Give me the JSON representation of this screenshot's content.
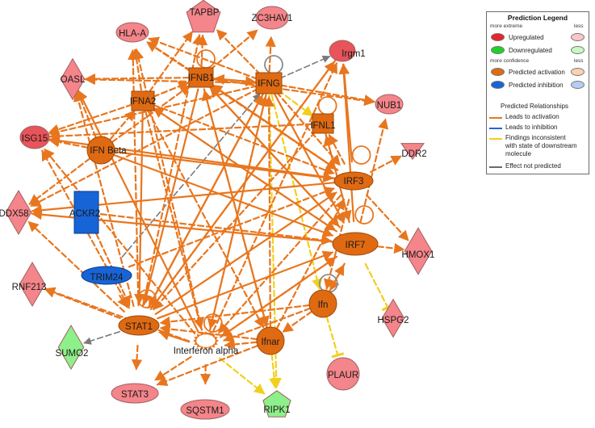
{
  "colors": {
    "activation_edge": "#E8761E",
    "inconsistent_edge": "#F2CF1C",
    "not_predicted_edge": "#7a7a7a",
    "inhibition_edge": "#1f66d8",
    "node_up": "#F4858A",
    "node_down": "#8EF08A",
    "node_pred_activation": "#E06A12",
    "node_pred_inhibition": "#1764D6",
    "node_stroke": "#8a5a3a"
  },
  "nodes": [
    {
      "id": "TAPBP",
      "label": "TAPBP",
      "shape": "pentagon",
      "state": "up"
    },
    {
      "id": "ZC3HAV1",
      "label": "ZC3HAV1",
      "shape": "ellipse",
      "state": "up"
    },
    {
      "id": "HLA-A",
      "label": "HLA-A",
      "shape": "ellipse",
      "state": "up"
    },
    {
      "id": "Irgm1",
      "label": "Irgm1",
      "shape": "ellipse",
      "state": "up_strong"
    },
    {
      "id": "OASL",
      "label": "OASL",
      "shape": "diamond",
      "state": "up"
    },
    {
      "id": "IFNB1",
      "label": "IFNB1",
      "shape": "square",
      "state": "pred_activation"
    },
    {
      "id": "IFNG",
      "label": "IFNG",
      "shape": "square",
      "state": "pred_activation"
    },
    {
      "id": "IFNA2",
      "label": "IFNA2",
      "shape": "square",
      "state": "pred_activation"
    },
    {
      "id": "NUB1",
      "label": "NUB1",
      "shape": "ellipse",
      "state": "up"
    },
    {
      "id": "ISG15",
      "label": "ISG15",
      "shape": "ellipse",
      "state": "up_strong"
    },
    {
      "id": "IFN Beta",
      "label": "IFN Beta",
      "shape": "circle",
      "state": "pred_activation"
    },
    {
      "id": "IFNL1",
      "label": "IFNL1",
      "shape": "square",
      "state": "pred_activation"
    },
    {
      "id": "DDR2",
      "label": "DDR2",
      "shape": "triangle_down",
      "state": "up"
    },
    {
      "id": "IRF3",
      "label": "IRF3",
      "shape": "ellipse",
      "state": "pred_activation"
    },
    {
      "id": "DDX58",
      "label": "DDX58",
      "shape": "diamond",
      "state": "up"
    },
    {
      "id": "ACKR2",
      "label": "ACKR2",
      "shape": "rect",
      "state": "pred_inhibition"
    },
    {
      "id": "IRF7",
      "label": "IRF7",
      "shape": "ellipse",
      "state": "pred_activation"
    },
    {
      "id": "HMOX1",
      "label": "HMOX1",
      "shape": "diamond",
      "state": "up"
    },
    {
      "id": "TRIM24",
      "label": "TRIM24",
      "shape": "ellipse",
      "state": "pred_inhibition"
    },
    {
      "id": "RNF213",
      "label": "RNF213",
      "shape": "diamond",
      "state": "up"
    },
    {
      "id": "Ifn",
      "label": "Ifn",
      "shape": "circle",
      "state": "pred_activation"
    },
    {
      "id": "HSPG2",
      "label": "HSPG2",
      "shape": "diamond",
      "state": "up"
    },
    {
      "id": "STAT1",
      "label": "STAT1",
      "shape": "ellipse",
      "state": "pred_activation"
    },
    {
      "id": "SUMO2",
      "label": "SUMO2",
      "shape": "diamond",
      "state": "down"
    },
    {
      "id": "Interferon alpha",
      "label": "Interferon alpha",
      "shape": "star",
      "state": "pred_activation"
    },
    {
      "id": "Ifnar",
      "label": "Ifnar",
      "shape": "circle",
      "state": "pred_activation"
    },
    {
      "id": "PLAUR",
      "label": "PLAUR",
      "shape": "ellipse",
      "state": "up"
    },
    {
      "id": "STAT3",
      "label": "STAT3",
      "shape": "ellipse",
      "state": "up"
    },
    {
      "id": "SQSTM1",
      "label": "SQSTM1",
      "shape": "ellipse",
      "state": "up"
    },
    {
      "id": "RIPK1",
      "label": "RIPK1",
      "shape": "pentagon",
      "state": "down"
    }
  ],
  "edges": [
    {
      "from": "IFNG",
      "to": "Irgm1",
      "type": "not_predicted"
    },
    {
      "from": "TRIM24",
      "to": "IFNG",
      "type": "not_predicted"
    },
    {
      "from": "STAT1",
      "to": "SUMO2",
      "type": "not_predicted"
    },
    {
      "from": "IFNG",
      "to": "Ifn",
      "type": "inconsistent"
    },
    {
      "from": "IFNG",
      "to": "RIPK1",
      "type": "inconsistent"
    },
    {
      "from": "IFNG",
      "to": "IFNL1",
      "type": "inconsistent"
    },
    {
      "from": "IRF7",
      "to": "HSPG2",
      "type": "inconsistent",
      "inhibit": true
    },
    {
      "from": "Ifn",
      "to": "PLAUR",
      "type": "inconsistent",
      "inhibit": true
    },
    {
      "from": "Interferon alpha",
      "to": "RIPK1",
      "type": "inconsistent"
    },
    {
      "from": "Ifnar",
      "to": "RIPK1",
      "type": "inconsistent"
    },
    {
      "from": "IRF3",
      "to": "IFNB1",
      "type": "activation",
      "solid": true
    },
    {
      "from": "IRF7",
      "to": "IFNB1",
      "type": "activation",
      "solid": true
    },
    {
      "from": "IRF7",
      "to": "IFNA2",
      "type": "activation",
      "solid": true
    },
    {
      "from": "IRF3",
      "to": "ISG15",
      "type": "activation",
      "solid": true
    },
    {
      "from": "IRF7",
      "to": "Irgm1",
      "type": "activation",
      "solid": true
    },
    {
      "from": "IRF3",
      "to": "Irgm1",
      "type": "activation",
      "solid": true
    },
    {
      "from": "STAT1",
      "to": "IFNG",
      "type": "activation",
      "solid": true
    },
    {
      "from": "STAT1",
      "to": "IRF7",
      "type": "activation",
      "solid": true
    },
    {
      "from": "STAT1",
      "to": "IRF3",
      "type": "activation",
      "solid": true
    },
    {
      "from": "Interferon alpha",
      "to": "IRF7",
      "type": "activation",
      "solid": true
    },
    {
      "from": "Interferon alpha",
      "to": "OASL",
      "type": "activation",
      "solid": true
    },
    {
      "from": "Ifnar",
      "to": "IFNB1",
      "type": "activation",
      "solid": true
    },
    {
      "from": "Ifn",
      "to": "IRF7",
      "type": "activation",
      "solid": true
    },
    {
      "from": "IFNG",
      "to": "IRF7",
      "type": "activation",
      "solid": true
    },
    {
      "from": "IFNB1",
      "to": "IRF7",
      "type": "activation",
      "solid": true
    },
    {
      "from": "IFN Beta",
      "to": "IRF3",
      "type": "activation",
      "solid": true
    },
    {
      "from": "IFN Beta",
      "to": "IRF7",
      "type": "activation",
      "solid": true
    },
    {
      "from": "IFNA2",
      "to": "STAT1",
      "type": "activation",
      "solid": true
    },
    {
      "from": "IFNG",
      "to": "STAT1",
      "type": "activation",
      "solid": true
    },
    {
      "from": "IFNB1",
      "to": "STAT1",
      "type": "activation",
      "solid": true
    },
    {
      "from": "Interferon alpha",
      "to": "STAT1",
      "type": "activation",
      "solid": true
    },
    {
      "from": "IRF7",
      "to": "DDX58",
      "type": "activation",
      "solid": true
    },
    {
      "from": "IRF3",
      "to": "DDX58",
      "type": "activation",
      "solid": true
    },
    {
      "from": "Irgm1",
      "to": "STAT1",
      "type": "activation",
      "solid": true
    },
    {
      "from": "IFNG",
      "to": "TAPBP",
      "type": "activation"
    },
    {
      "from": "IFNB1",
      "to": "TAPBP",
      "type": "activation"
    },
    {
      "from": "IFNA2",
      "to": "TAPBP",
      "type": "activation"
    },
    {
      "from": "IFNG",
      "to": "ZC3HAV1",
      "type": "activation"
    },
    {
      "from": "IFNB1",
      "to": "ZC3HAV1",
      "type": "activation"
    },
    {
      "from": "IFNG",
      "to": "HLA-A",
      "type": "activation"
    },
    {
      "from": "IFNB1",
      "to": "HLA-A",
      "type": "activation"
    },
    {
      "from": "IFNA2",
      "to": "HLA-A",
      "type": "activation"
    },
    {
      "from": "IRF3",
      "to": "HLA-A",
      "type": "activation"
    },
    {
      "from": "IFNG",
      "to": "OASL",
      "type": "activation"
    },
    {
      "from": "IFNB1",
      "to": "OASL",
      "type": "activation"
    },
    {
      "from": "IFN Beta",
      "to": "OASL",
      "type": "activation"
    },
    {
      "from": "IFNG",
      "to": "NUB1",
      "type": "activation"
    },
    {
      "from": "IFNB1",
      "to": "NUB1",
      "type": "activation"
    },
    {
      "from": "IFNG",
      "to": "ISG15",
      "type": "activation"
    },
    {
      "from": "IFNA2",
      "to": "ISG15",
      "type": "activation"
    },
    {
      "from": "IFN Beta",
      "to": "ISG15",
      "type": "activation"
    },
    {
      "from": "STAT1",
      "to": "ISG15",
      "type": "activation"
    },
    {
      "from": "IRF3",
      "to": "DDR2",
      "type": "activation"
    },
    {
      "from": "IRF7",
      "to": "HMOX1",
      "type": "activation"
    },
    {
      "from": "IRF3",
      "to": "HMOX1",
      "type": "activation"
    },
    {
      "from": "IFNG",
      "to": "DDX58",
      "type": "activation"
    },
    {
      "from": "IFN Beta",
      "to": "DDX58",
      "type": "activation"
    },
    {
      "from": "STAT1",
      "to": "DDX58",
      "type": "activation"
    },
    {
      "from": "STAT1",
      "to": "RNF213",
      "type": "activation"
    },
    {
      "from": "Interferon alpha",
      "to": "RNF213",
      "type": "activation"
    },
    {
      "from": "STAT1",
      "to": "STAT3",
      "type": "activation"
    },
    {
      "from": "Interferon alpha",
      "to": "STAT3",
      "type": "activation"
    },
    {
      "from": "Interferon alpha",
      "to": "SQSTM1",
      "type": "activation"
    },
    {
      "from": "Ifnar",
      "to": "STAT3",
      "type": "activation"
    },
    {
      "from": "Ifnar",
      "to": "STAT1",
      "type": "activation"
    },
    {
      "from": "Ifnar",
      "to": "Interferon alpha",
      "type": "activation"
    },
    {
      "from": "Ifn",
      "to": "Ifnar",
      "type": "activation"
    },
    {
      "from": "Ifn",
      "to": "STAT1",
      "type": "activation"
    },
    {
      "from": "Ifn",
      "to": "Interferon alpha",
      "type": "activation"
    },
    {
      "from": "IRF7",
      "to": "Interferon alpha",
      "type": "activation"
    },
    {
      "from": "IRF3",
      "to": "Interferon alpha",
      "type": "activation"
    },
    {
      "from": "IRF3",
      "to": "Ifn",
      "type": "activation"
    },
    {
      "from": "IRF7",
      "to": "Ifn",
      "type": "activation"
    },
    {
      "from": "IFNL1",
      "to": "IRF7",
      "type": "activation"
    },
    {
      "from": "IFNL1",
      "to": "STAT1",
      "type": "activation"
    },
    {
      "from": "IFNL1",
      "to": "ISG15",
      "type": "activation"
    },
    {
      "from": "IFNA2",
      "to": "IRF7",
      "type": "activation"
    },
    {
      "from": "IFNG",
      "to": "IFNB1",
      "type": "activation"
    },
    {
      "from": "IFNA2",
      "to": "IFNB1",
      "type": "activation"
    },
    {
      "from": "IFNB1",
      "to": "IFNG",
      "type": "activation"
    },
    {
      "from": "IFN Beta",
      "to": "IFNB1",
      "type": "activation"
    },
    {
      "from": "IFN Beta",
      "to": "IFNA2",
      "type": "activation"
    },
    {
      "from": "ACKR2",
      "to": "IRF7",
      "type": "activation"
    },
    {
      "from": "ACKR2",
      "to": "STAT1",
      "type": "activation"
    },
    {
      "from": "TRIM24",
      "to": "STAT1",
      "type": "activation"
    },
    {
      "from": "TRIM24",
      "to": "IRF3",
      "type": "activation"
    },
    {
      "from": "STAT1",
      "to": "Irgm1",
      "type": "activation"
    },
    {
      "from": "Interferon alpha",
      "to": "Irgm1",
      "type": "activation"
    },
    {
      "from": "Interferon alpha",
      "to": "ISG15",
      "type": "activation"
    },
    {
      "from": "Interferon alpha",
      "to": "HLA-A",
      "type": "activation"
    },
    {
      "from": "Interferon alpha",
      "to": "IFNG",
      "type": "activation"
    },
    {
      "from": "Ifnar",
      "to": "IFNG",
      "type": "activation"
    },
    {
      "from": "Ifnar",
      "to": "IRF3",
      "type": "activation"
    },
    {
      "from": "IRF3",
      "to": "IFNL1",
      "type": "activation"
    },
    {
      "from": "IRF7",
      "to": "IFNL1",
      "type": "activation"
    },
    {
      "from": "IRF7",
      "to": "NUB1",
      "type": "activation"
    },
    {
      "from": "IFNG",
      "to": "IRF3",
      "type": "activation"
    },
    {
      "from": "IFNB1",
      "to": "IRF3",
      "type": "activation"
    },
    {
      "from": "IFNA2",
      "to": "IRF3",
      "type": "activation"
    },
    {
      "from": "STAT1",
      "to": "OASL",
      "type": "activation"
    },
    {
      "from": "STAT1",
      "to": "TAPBP",
      "type": "activation"
    },
    {
      "from": "STAT1",
      "to": "HLA-A",
      "type": "activation"
    },
    {
      "from": "IFNG",
      "to": "Interferon alpha",
      "type": "activation"
    },
    {
      "from": "IFNA2",
      "to": "Interferon alpha",
      "type": "activation"
    },
    {
      "from": "IFNB1",
      "to": "Ifnar",
      "type": "activation"
    },
    {
      "from": "IFNA2",
      "to": "Ifnar",
      "type": "activation"
    }
  ],
  "self_loops": [
    "IFNB1",
    "IFNG",
    "IFNL1",
    "IRF7",
    "Ifn",
    "STAT1",
    "IRF3",
    "Interferon alpha"
  ],
  "legend": {
    "title": "Prediction Legend",
    "more_extreme": "more extreme",
    "less": "less",
    "upregulated": "Upregulated",
    "downregulated": "Downregulated",
    "more_confidence": "more confidence",
    "less2": "less",
    "predicted_activation": "Predicted activation",
    "predicted_inhibition": "Predicted inhibition",
    "relationships_title": "Predicted Relationships",
    "leads_activation": "Leads to activation",
    "leads_inhibition": "Leads to inhibition",
    "findings_inconsistent_1": "Findings inconsistent",
    "findings_inconsistent_2": "with state of downstream",
    "findings_inconsistent_3": "molecule",
    "effect_not_predicted": "Effect not predicted"
  }
}
